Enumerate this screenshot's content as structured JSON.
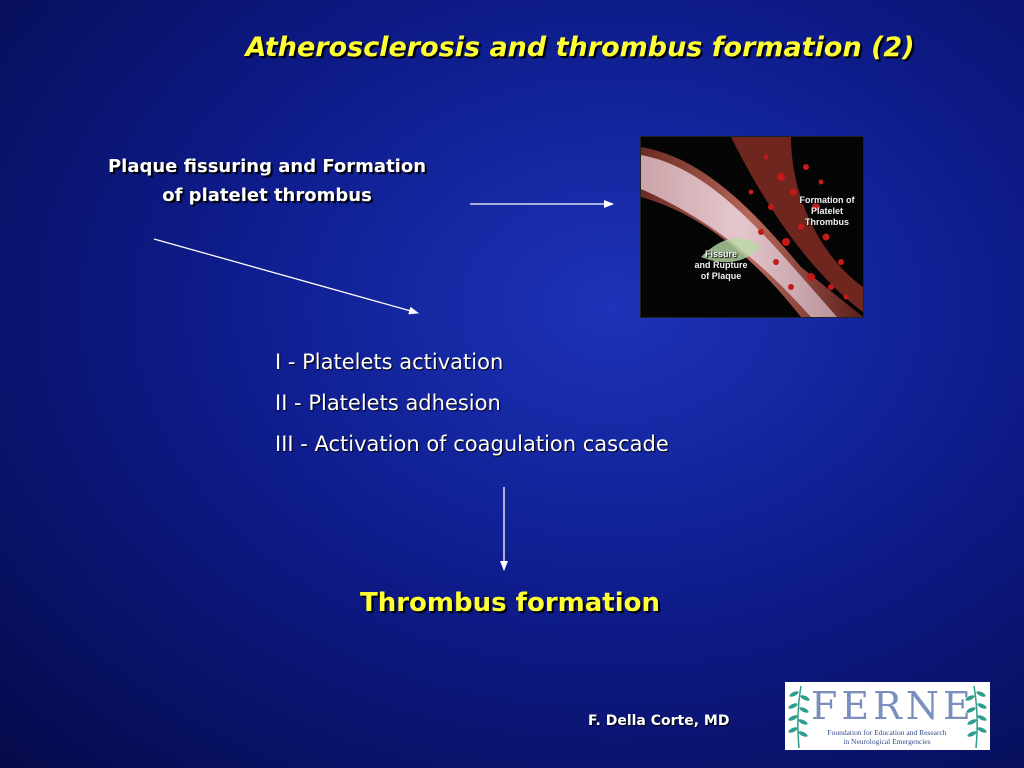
{
  "slide": {
    "title": "Atherosclerosis and thrombus formation (2)",
    "plaque_label_line1": "Plaque fissuring and Formation",
    "plaque_label_line2": "of platelet thrombus",
    "image_labels": {
      "formation": [
        "Formation of",
        "Platelet",
        "Thrombus"
      ],
      "fissure": [
        "Fissure",
        "and Rupture",
        "of Plaque"
      ]
    },
    "steps": [
      "I - Platelets activation",
      "II - Platelets adhesion",
      "III - Activation of coagulation cascade"
    ],
    "result": "Thrombus formation",
    "author": "F. Della Corte, MD"
  },
  "logo": {
    "name": "FERNE",
    "subtitle_line1": "Foundation for Education and Research",
    "subtitle_line2": "in Neurological Emergencies"
  },
  "colors": {
    "title": "#ffff33",
    "text": "#ffffff",
    "background": "#0e1c8c",
    "logo_name": "#7a8fbe",
    "logo_leaf": "#2f9d8a"
  },
  "icons": [
    "arrow-right-icon",
    "arrow-diagonal-icon",
    "arrow-down-icon",
    "fern-leaf-icon"
  ]
}
